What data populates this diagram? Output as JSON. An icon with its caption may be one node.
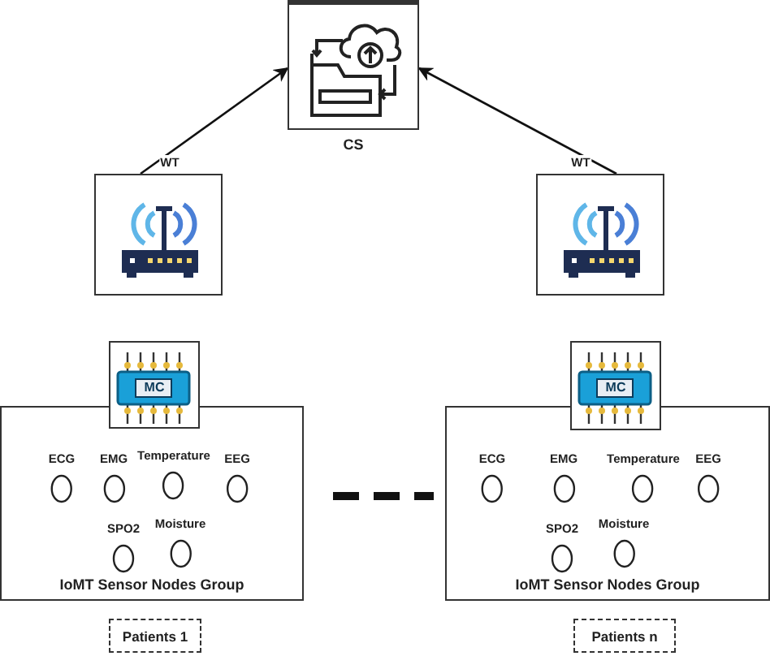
{
  "diagram": {
    "nodes": [
      {
        "text": [
          "CS"
        ]
      },
      {
        "text": [],
        "shape": "picture"
      },
      {
        "text": [],
        "shape": "picture"
      },
      {
        "text": [
          "MC"
        ]
      },
      {
        "text": [
          "MC"
        ]
      },
      {
        "text": [
          "IoMT Sensor Nodes Group"
        ]
      },
      {
        "text": [
          "ECG"
        ],
        "in": 5
      },
      {
        "text": [
          "EMG"
        ],
        "in": 5
      },
      {
        "text": [
          "Temperature"
        ],
        "in": 5
      },
      {
        "text": [
          "EEG"
        ],
        "in": 5
      },
      {
        "text": [
          "SPO2"
        ],
        "in": 5
      },
      {
        "text": [
          "Moisture"
        ],
        "in": 5
      },
      {
        "text": [
          "IoMT Sensor Nodes Group"
        ]
      },
      {
        "text": [
          "ECG"
        ],
        "in": 12
      },
      {
        "text": [
          "EMG"
        ],
        "in": 12
      },
      {
        "text": [
          "Temperature"
        ],
        "in": 12
      },
      {
        "text": [
          "EEG"
        ],
        "in": 12
      },
      {
        "text": [
          "SPO2"
        ],
        "in": 12
      },
      {
        "text": [
          "Moisture"
        ],
        "in": 12
      },
      {
        "text": [
          "Patients 1"
        ]
      },
      {
        "text": [
          "Patients n"
        ]
      }
    ],
    "edges": [
      {
        "from": 1,
        "to": 0,
        "arrow": "to",
        "label": "WT"
      },
      {
        "from": 2,
        "to": 0,
        "arrow": "to",
        "label": "WT"
      }
    ]
  }
}
